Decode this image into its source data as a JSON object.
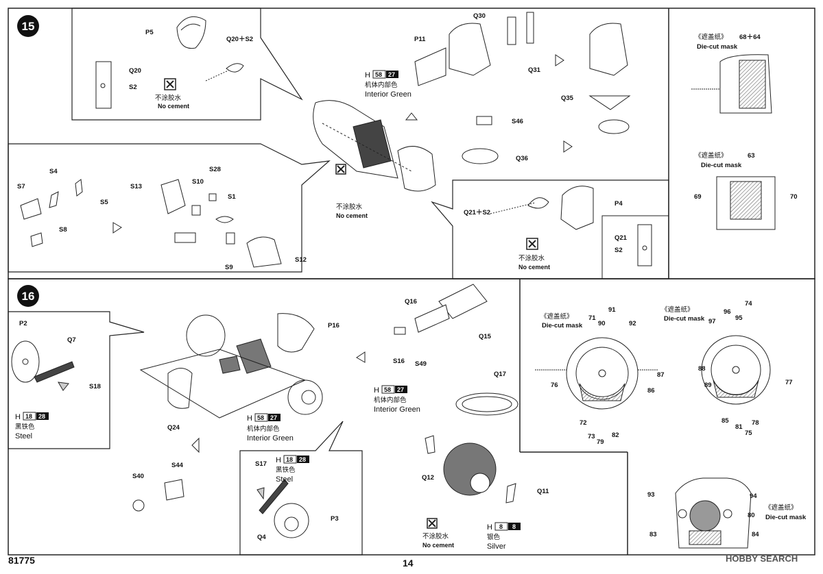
{
  "steps": [
    {
      "number": "15"
    },
    {
      "number": "16"
    }
  ],
  "notes": {
    "no_cement_cn": "不涂胶水",
    "no_cement_en": "No cement",
    "mask_cn": "《遮盖纸》",
    "mask_en": "Die-cut mask"
  },
  "colors": {
    "interior_green": {
      "h": "H",
      "code1": "58",
      "code2": "27",
      "cn": "机体内部色",
      "en": "Interior Green"
    },
    "steel": {
      "h": "H",
      "code1": "18",
      "code2": "28",
      "cn": "黑铁色",
      "en": "Steel"
    },
    "silver": {
      "h": "H",
      "code1": "8",
      "code2": "8",
      "cn": "银色",
      "en": "Silver"
    }
  },
  "parts": {
    "p5": "P5",
    "q20s2": "Q20＋S2",
    "q20": "Q20",
    "s2": "S2",
    "q30": "Q30",
    "p11": "P11",
    "q31": "Q31",
    "q35": "Q35",
    "s46": "S46",
    "q36": "Q36",
    "q21s2": "Q21＋S2",
    "p4": "P4",
    "q21": "Q21",
    "s7": "S7",
    "s4": "S4",
    "s5": "S5",
    "s8": "S8",
    "s13": "S13",
    "s10": "S10",
    "s28": "S28",
    "s1": "S1",
    "s9": "S9",
    "s12": "S12",
    "p2": "P2",
    "q7": "Q7",
    "s18": "S18",
    "p16": "P16",
    "q24": "Q24",
    "s40": "S40",
    "s44": "S44",
    "s17": "S17",
    "q4": "Q4",
    "p3": "P3",
    "q16": "Q16",
    "q15": "Q15",
    "s16": "S16",
    "s49": "S49",
    "q17": "Q17",
    "q12": "Q12",
    "q11": "Q11"
  },
  "masks": {
    "m1": "68＋64",
    "m2": "63",
    "m2l": "69",
    "m2r": "70",
    "c1": [
      "71",
      "90",
      "91",
      "92",
      "87",
      "86",
      "82",
      "79",
      "73",
      "72",
      "76"
    ],
    "c2": [
      "97",
      "96",
      "95",
      "74",
      "88",
      "89",
      "77",
      "78",
      "75",
      "81",
      "85"
    ],
    "c3": [
      "93",
      "94",
      "80",
      "83",
      "84"
    ]
  },
  "footer": {
    "code": "81775",
    "page": "14",
    "brand": "HOBBY SEARCH"
  }
}
